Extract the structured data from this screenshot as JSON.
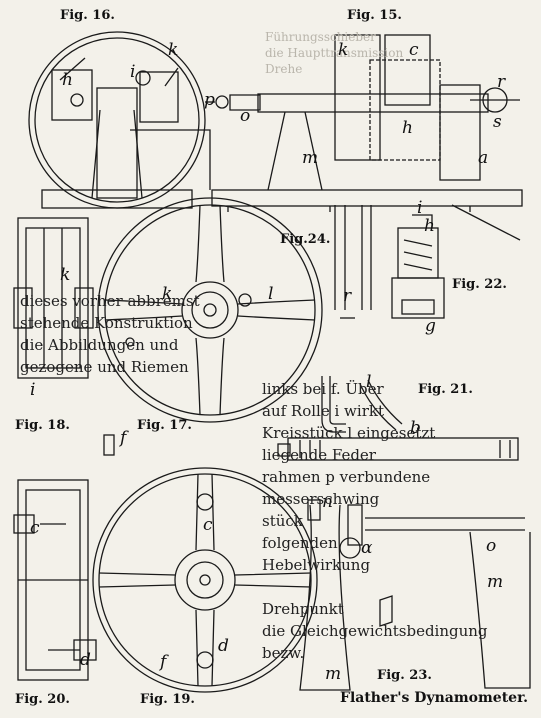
{
  "captions": {
    "fig15": "Fig. 15.",
    "fig16": "Fig. 16.",
    "fig17": "Fig. 17.",
    "fig18": "Fig. 18.",
    "fig19": "Fig. 19.",
    "fig20": "Fig. 20.",
    "fig21": "Fig. 21.",
    "fig22": "Fig. 22.",
    "fig23": "Fig. 23.",
    "fig24": "Fig.24.",
    "plate_title": "Flather's Dynamometer."
  },
  "letters": {
    "h": "h",
    "i": "i",
    "k": "k",
    "c": "c",
    "l": "l",
    "d": "d",
    "f": "f",
    "p": "p",
    "o": "o",
    "m": "m",
    "a": "a",
    "r": "r",
    "s": "s",
    "g": "g",
    "b": "b",
    "n": "n",
    "alpha": "α"
  },
  "body_text": [
    "dieses vorher abbremst",
    "stehende Konstruktion",
    "die Abbildungen und",
    "gezogene und Riemen",
    "links bei f. Über",
    "auf Rolle i wirkt",
    "Kreisstück l eingesetzt",
    "liegende Feder",
    "rahmen p verbundene",
    "messerschwing",
    "stück",
    "folgenden",
    "Hebelwirkung",
    "Drehpunkt",
    "die Gleichgewichtsbedingung",
    "bezw."
  ],
  "ghost_text": [
    "Führungsschieber",
    "die Haupttransmission",
    "Drehe"
  ]
}
